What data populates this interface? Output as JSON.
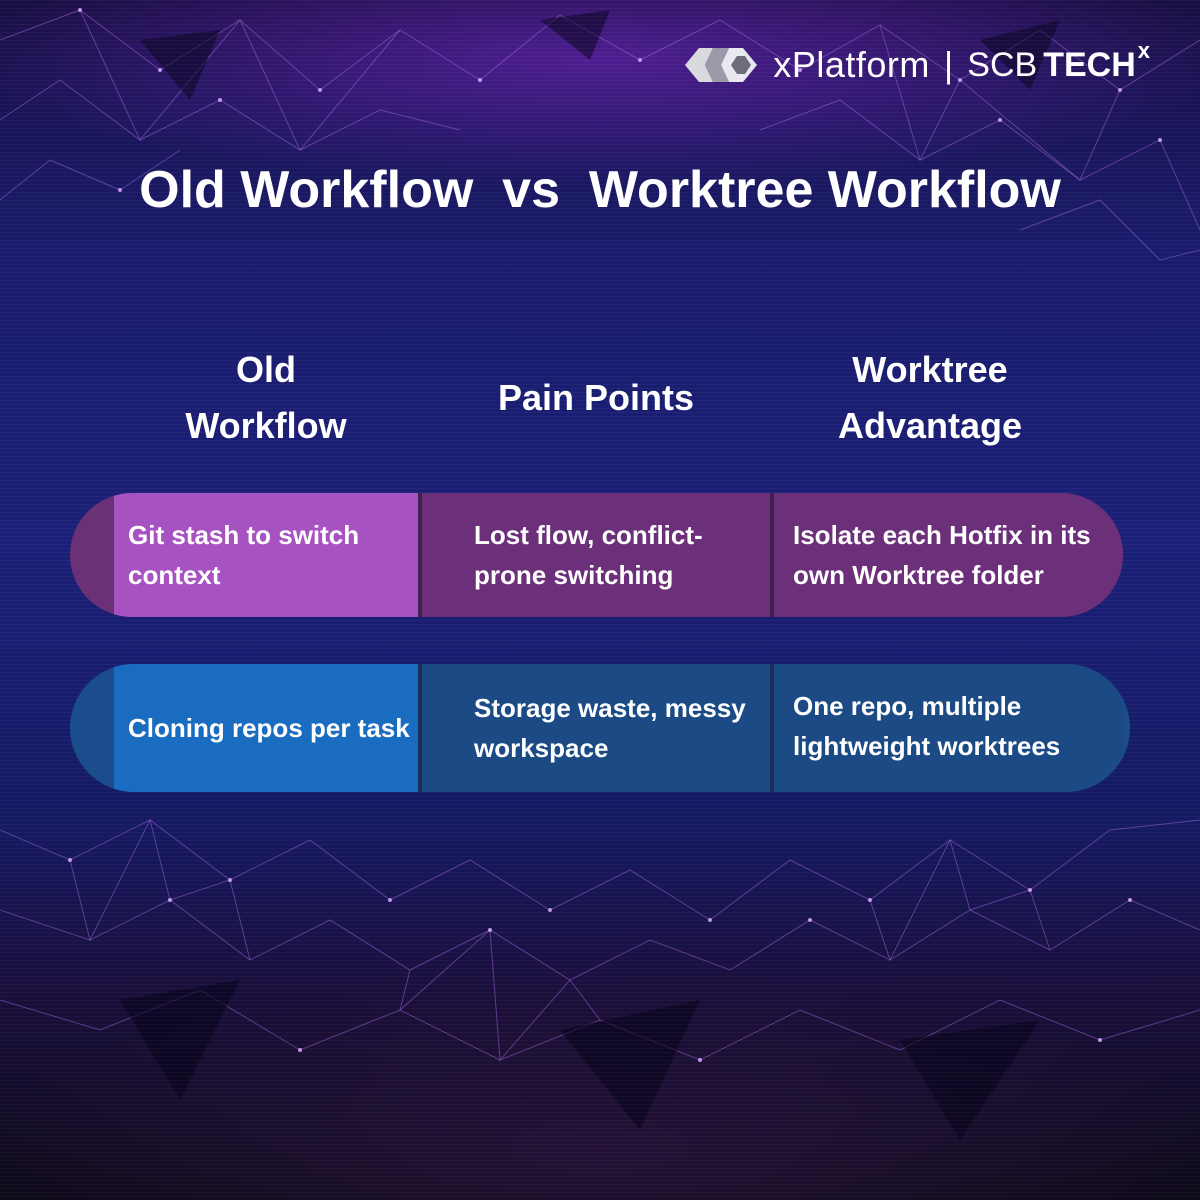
{
  "brand": {
    "product": "xPlatform",
    "separator": "|",
    "company_a": "SCB",
    "company_b": "TECH",
    "company_mark": "x",
    "logo_icon": "xplatform-logo-icon"
  },
  "title": "Old Workflow  vs  Worktree Workflow",
  "columns": [
    {
      "line1": "Old",
      "line2": "Workflow"
    },
    {
      "line1": "Pain Points",
      "line2": ""
    },
    {
      "line1": "Worktree",
      "line2": "Advantage"
    }
  ],
  "rows": [
    {
      "old": "Git stash to switch context",
      "pain": "Lost flow, conflict-prone switching",
      "advantage": "Isolate each Hotfix in its own Worktree folder"
    },
    {
      "old": "Cloning repos per task",
      "pain": "Storage waste, messy workspace",
      "advantage": "One repo, multiple lightweight worktrees"
    }
  ],
  "colors": {
    "background": "#1b2078",
    "row1_highlight": "#a752c1",
    "row1_base": "#6c2f7a",
    "row2_highlight": "#1a6cc0",
    "row2_base": "#1b4a85"
  }
}
